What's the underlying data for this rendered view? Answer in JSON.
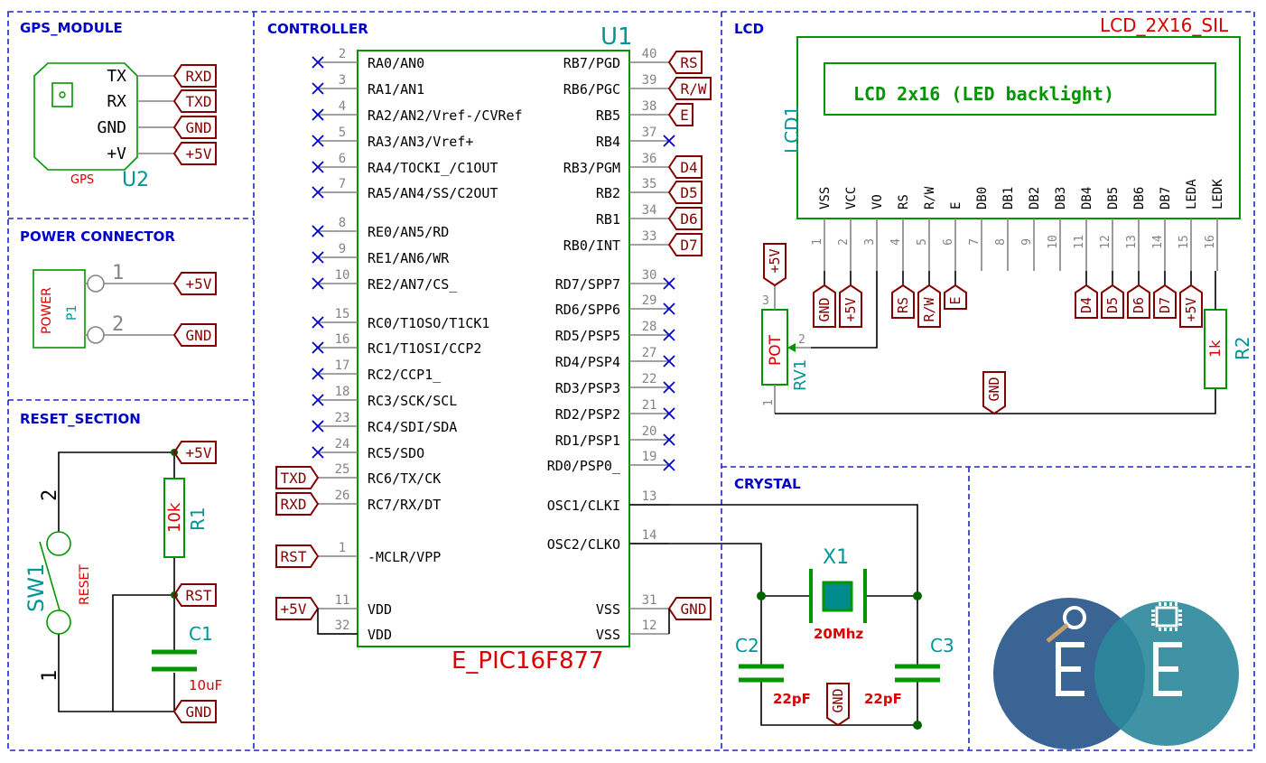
{
  "sections": {
    "gps": "GPS_MODULE",
    "power": "POWER CONNECTOR",
    "reset": "RESET_SECTION",
    "controller": "CONTROLLER",
    "lcd": "LCD",
    "crystal": "CRYSTAL"
  },
  "gps": {
    "ref": "U2",
    "value": "GPS",
    "pins": [
      "TX",
      "RX",
      "GND",
      "+V"
    ],
    "labels": [
      "RXD",
      "TXD",
      "GND",
      "+5V"
    ]
  },
  "power_connector": {
    "ref": "P1",
    "value": "POWER",
    "pin_numbers": [
      "1",
      "2"
    ],
    "labels": [
      "+5V",
      "GND"
    ]
  },
  "reset": {
    "switch_ref": "SW1",
    "switch_value": "RESET",
    "switch_pins": [
      "2",
      "1"
    ],
    "resistor_ref": "R1",
    "resistor_value": "10k",
    "cap_ref": "C1",
    "cap_value": "10uF",
    "labels": [
      "+5V",
      "RST",
      "GND"
    ]
  },
  "controller": {
    "ref": "U1",
    "value": "E_PIC16F877",
    "left_pins": [
      {
        "num": "2",
        "name": "RA0/AN0",
        "net": ""
      },
      {
        "num": "3",
        "name": "RA1/AN1",
        "net": ""
      },
      {
        "num": "4",
        "name": "RA2/AN2/Vref-/CVRef",
        "net": ""
      },
      {
        "num": "5",
        "name": "RA3/AN3/Vref+",
        "net": ""
      },
      {
        "num": "6",
        "name": "RA4/TOCKI_/C1OUT",
        "net": ""
      },
      {
        "num": "7",
        "name": "RA5/AN4/SS/C2OUT",
        "net": ""
      },
      {
        "num": "8",
        "name": "RE0/AN5/RD",
        "net": ""
      },
      {
        "num": "9",
        "name": "RE1/AN6/WR",
        "net": ""
      },
      {
        "num": "10",
        "name": "RE2/AN7/CS_",
        "net": ""
      },
      {
        "num": "15",
        "name": "RC0/T1OSO/T1CK1",
        "net": ""
      },
      {
        "num": "16",
        "name": "RC1/T1OSI/CCP2",
        "net": ""
      },
      {
        "num": "17",
        "name": "RC2/CCP1_",
        "net": ""
      },
      {
        "num": "18",
        "name": "RC3/SCK/SCL",
        "net": ""
      },
      {
        "num": "23",
        "name": "RC4/SDI/SDA",
        "net": ""
      },
      {
        "num": "24",
        "name": "RC5/SDO",
        "net": ""
      },
      {
        "num": "25",
        "name": "RC6/TX/CK",
        "net": "TXD"
      },
      {
        "num": "26",
        "name": "RC7/RX/DT",
        "net": "RXD"
      },
      {
        "num": "1",
        "name": "-MCLR/VPP",
        "net": "RST"
      },
      {
        "num": "11",
        "name": "VDD",
        "net": "+5V"
      },
      {
        "num": "32",
        "name": "VDD",
        "net": ""
      }
    ],
    "right_pins": [
      {
        "num": "40",
        "name": "RB7/PGD",
        "net": "RS"
      },
      {
        "num": "39",
        "name": "RB6/PGC",
        "net": "R/W"
      },
      {
        "num": "38",
        "name": "RB5",
        "net": "E"
      },
      {
        "num": "37",
        "name": "RB4",
        "net": ""
      },
      {
        "num": "36",
        "name": "RB3/PGM",
        "net": "D4"
      },
      {
        "num": "35",
        "name": "RB2",
        "net": "D5"
      },
      {
        "num": "34",
        "name": "RB1",
        "net": "D6"
      },
      {
        "num": "33",
        "name": "RB0/INT",
        "net": "D7"
      },
      {
        "num": "30",
        "name": "RD7/SPP7",
        "net": ""
      },
      {
        "num": "29",
        "name": "RD6/SPP6",
        "net": ""
      },
      {
        "num": "28",
        "name": "RD5/PSP5",
        "net": ""
      },
      {
        "num": "27",
        "name": "RD4/PSP4",
        "net": ""
      },
      {
        "num": "22",
        "name": "RD3/PSP3",
        "net": ""
      },
      {
        "num": "21",
        "name": "RD2/PSP2",
        "net": ""
      },
      {
        "num": "20",
        "name": "RD1/PSP1",
        "net": ""
      },
      {
        "num": "19",
        "name": "RD0/PSP0_",
        "net": ""
      },
      {
        "num": "13",
        "name": "OSC1/CLKI",
        "net": ""
      },
      {
        "num": "14",
        "name": "OSC2/CLKO",
        "net": ""
      },
      {
        "num": "31",
        "name": "VSS",
        "net": "GND"
      },
      {
        "num": "12",
        "name": "VSS",
        "net": ""
      }
    ]
  },
  "lcd": {
    "ref": "LCD1",
    "value": "LCD_2X16_SIL",
    "display_text": "LCD 2x16 (LED backlight)",
    "pins": [
      {
        "num": "1",
        "name": "VSS",
        "net": "GND"
      },
      {
        "num": "2",
        "name": "VCC",
        "net": "+5V"
      },
      {
        "num": "3",
        "name": "VO",
        "net": ""
      },
      {
        "num": "4",
        "name": "RS",
        "net": "RS"
      },
      {
        "num": "5",
        "name": "R/W",
        "net": "R/W"
      },
      {
        "num": "6",
        "name": "E",
        "net": "E"
      },
      {
        "num": "7",
        "name": "DB0",
        "net": ""
      },
      {
        "num": "8",
        "name": "DB1",
        "net": ""
      },
      {
        "num": "9",
        "name": "DB2",
        "net": ""
      },
      {
        "num": "10",
        "name": "DB3",
        "net": ""
      },
      {
        "num": "11",
        "name": "DB4",
        "net": "D4"
      },
      {
        "num": "12",
        "name": "DB5",
        "net": "D5"
      },
      {
        "num": "13",
        "name": "DB6",
        "net": "D6"
      },
      {
        "num": "14",
        "name": "DB7",
        "net": "D7"
      },
      {
        "num": "15",
        "name": "LEDA",
        "net": "+5V"
      },
      {
        "num": "16",
        "name": "LEDK",
        "net": ""
      }
    ],
    "pot_ref": "RV1",
    "pot_value": "POT",
    "pot_pins": [
      "3",
      "2",
      "1"
    ],
    "pot_label": "+5V",
    "r2_ref": "R2",
    "r2_value": "1k",
    "gnd_label": "GND"
  },
  "crystal": {
    "ref": "X1",
    "value": "20Mhz",
    "c2_ref": "C2",
    "c3_ref": "C3",
    "c2_value": "22pF",
    "c3_value": "22pF",
    "gnd_label": "GND"
  },
  "colors": {
    "frame": "#2323c8",
    "section_title": "#0000c8",
    "component": "#009600",
    "wire": "#000000",
    "pin": "#848484",
    "reference": "#009696",
    "value": "#dc0000",
    "label": "#840000",
    "no_connect": "#0000c8",
    "logo_left": "#2e5c8e",
    "logo_right": "#2a879a"
  }
}
